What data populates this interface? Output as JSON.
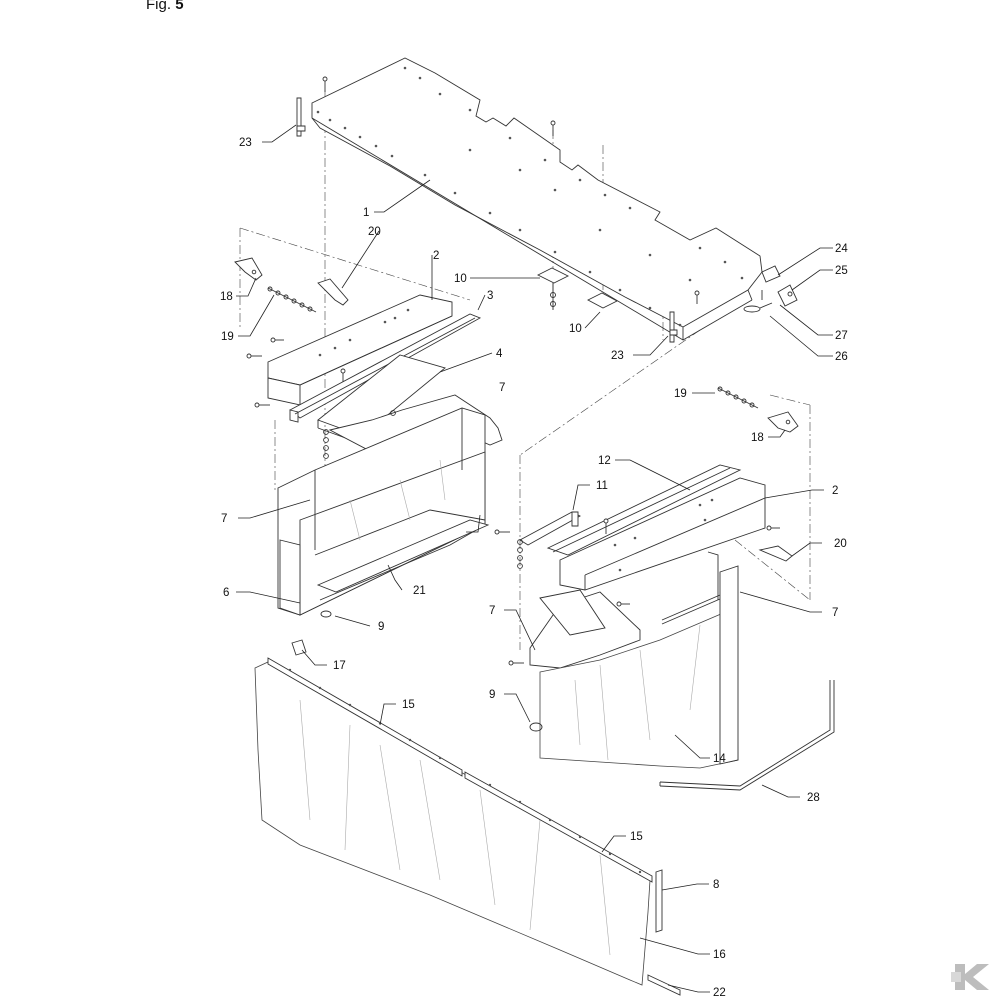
{
  "figure": {
    "title_prefix": "Fig.",
    "title_number": "5"
  },
  "part_labels": [
    {
      "id": "l1",
      "text": "1"
    },
    {
      "id": "l2a",
      "text": "2"
    },
    {
      "id": "l2b",
      "text": "2"
    },
    {
      "id": "l3",
      "text": "3"
    },
    {
      "id": "l4",
      "text": "4"
    },
    {
      "id": "l6",
      "text": "6"
    },
    {
      "id": "l7a",
      "text": "7"
    },
    {
      "id": "l7b",
      "text": "7"
    },
    {
      "id": "l7c",
      "text": "7"
    },
    {
      "id": "l7d",
      "text": "7"
    },
    {
      "id": "l8",
      "text": "8"
    },
    {
      "id": "l9a",
      "text": "9"
    },
    {
      "id": "l9b",
      "text": "9"
    },
    {
      "id": "l10a",
      "text": "10"
    },
    {
      "id": "l10b",
      "text": "10"
    },
    {
      "id": "l11",
      "text": "11"
    },
    {
      "id": "l12",
      "text": "12"
    },
    {
      "id": "l14",
      "text": "14"
    },
    {
      "id": "l15a",
      "text": "15"
    },
    {
      "id": "l15b",
      "text": "15"
    },
    {
      "id": "l16",
      "text": "16"
    },
    {
      "id": "l17",
      "text": "17"
    },
    {
      "id": "l18a",
      "text": "18"
    },
    {
      "id": "l18b",
      "text": "18"
    },
    {
      "id": "l19a",
      "text": "19"
    },
    {
      "id": "l19b",
      "text": "19"
    },
    {
      "id": "l20a",
      "text": "20"
    },
    {
      "id": "l20b",
      "text": "20"
    },
    {
      "id": "l21",
      "text": "21"
    },
    {
      "id": "l22",
      "text": "22"
    },
    {
      "id": "l23a",
      "text": "23"
    },
    {
      "id": "l23b",
      "text": "23"
    },
    {
      "id": "l24",
      "text": "24"
    },
    {
      "id": "l25",
      "text": "25"
    },
    {
      "id": "l26",
      "text": "26"
    },
    {
      "id": "l27",
      "text": "27"
    },
    {
      "id": "l28",
      "text": "28"
    }
  ],
  "logo": {
    "icon": "brand-k-logo-icon",
    "color": "#bdbdbd"
  }
}
